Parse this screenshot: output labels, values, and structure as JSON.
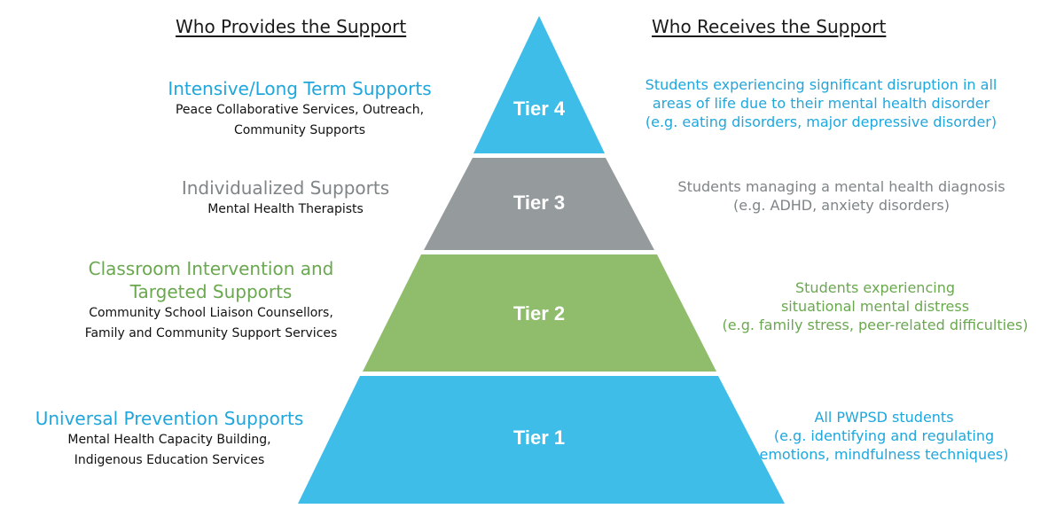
{
  "headers": {
    "provides": "Who Provides the Support",
    "receives": "Who Receives the Support"
  },
  "colors": {
    "blue": "#3dbde8",
    "gray": "#959b9d",
    "green": "#8fbd6c",
    "blue_text": "#1fa7dd",
    "gray_text": "#7f8587",
    "green_text": "#6aa84f"
  },
  "tiers": [
    {
      "label": "Tier 4",
      "provider_title": "Intensive/Long Term Supports",
      "provider_lines": [
        "Peace Collaborative Services, Outreach,",
        "Community Supports"
      ],
      "recipient_lines": [
        "Students experiencing significant disruption in all",
        "areas of life due to their mental health disorder",
        "(e.g. eating disorders, major depressive disorder)"
      ]
    },
    {
      "label": "Tier 3",
      "provider_title": "Individualized Supports",
      "provider_lines": [
        "Mental Health Therapists"
      ],
      "recipient_lines": [
        "Students managing a mental health diagnosis",
        "(e.g. ADHD, anxiety disorders)"
      ]
    },
    {
      "label": "Tier 2",
      "provider_title_lines": [
        "Classroom Intervention and",
        "Targeted Supports"
      ],
      "provider_lines": [
        "Community School Liaison Counsellors,",
        "Family and Community Support Services"
      ],
      "recipient_lines": [
        "Students experiencing",
        "situational mental distress",
        "(e.g. family stress, peer-related difficulties)"
      ]
    },
    {
      "label": "Tier 1",
      "provider_title": "Universal Prevention Supports",
      "provider_lines": [
        "Mental Health Capacity Building,",
        "Indigenous Education Services"
      ],
      "recipient_lines": [
        "All PWPSD students",
        "(e.g. identifying and regulating",
        "emotions, mindfulness techniques)"
      ]
    }
  ]
}
